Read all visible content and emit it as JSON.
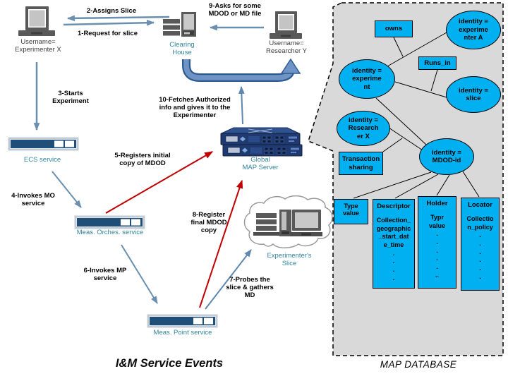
{
  "colors": {
    "node_fill": "#00B0F0",
    "panel_gray": "#D9D9D9",
    "navy_bar": "#1F4E79",
    "teal_label": "#31849B",
    "red_arrow": "#C00000",
    "blue_arrow": "#6A8FAF",
    "elbow_blue": "#6D94C4"
  },
  "main": {
    "title": "I&M Service Events",
    "actors": {
      "experimenter_x": "Username=\nExperimenter X",
      "researcher_y": "Username=\nResearcher Y",
      "clearing_house": "Clearing\nHouse",
      "global_map_server": "Global\nMAP Server",
      "experimenters_slice": "Experimenter's\nSlice",
      "ecs_service": "ECS service",
      "meas_orches_service": "Meas. Orches. service",
      "meas_point_service": "Meas. Point service"
    },
    "events": {
      "e1": "1-Request for slice",
      "e2": "2-Assigns Slice",
      "e3": "3-Starts\nExperiment",
      "e4": "4-Invokes MO\nservice",
      "e5": "5-Registers initial\ncopy of MDOD",
      "e6": "6-Invokes MP\nservice",
      "e7": "7-Probes the\nslice & gathers\nMD",
      "e8": "8-Register\nfinal MDOD\ncopy",
      "e9": "9-Asks for some\nMDOD or MD file",
      "e10": "10-Fetches Authorized\ninfo and gives it to the\nExperimenter"
    }
  },
  "map_database": {
    "title": "MAP DATABASE",
    "nodes": {
      "owns": "owns",
      "runs_in": "Runs_in",
      "identity_experimenter_a": "identity =\nexperime\nnter A",
      "identity_experiment": "identity =\nexperime\nnt",
      "identity_slice": "identity =\nslice",
      "identity_researcher_x": "identity =\nResearch\ner X",
      "transaction_sharing": "Transaction\nsharing",
      "identity_mdod_id": "identity =\nMDOD-id"
    },
    "tables": {
      "type_value": "Type\nvalue",
      "descriptor": {
        "title": "Descriptor",
        "rows": "Collection_\ngeographic\n_start_dat\ne_time\n.\n.\n.\n."
      },
      "holder": {
        "title": "Holder",
        "rows": "Typr\nvalue\n.\n.\n.\n.\n.\n.."
      },
      "locator": {
        "title": "Locator",
        "rows": "Collectio\nn_policy\n.\n.\n.\n.\n.\n."
      }
    }
  }
}
